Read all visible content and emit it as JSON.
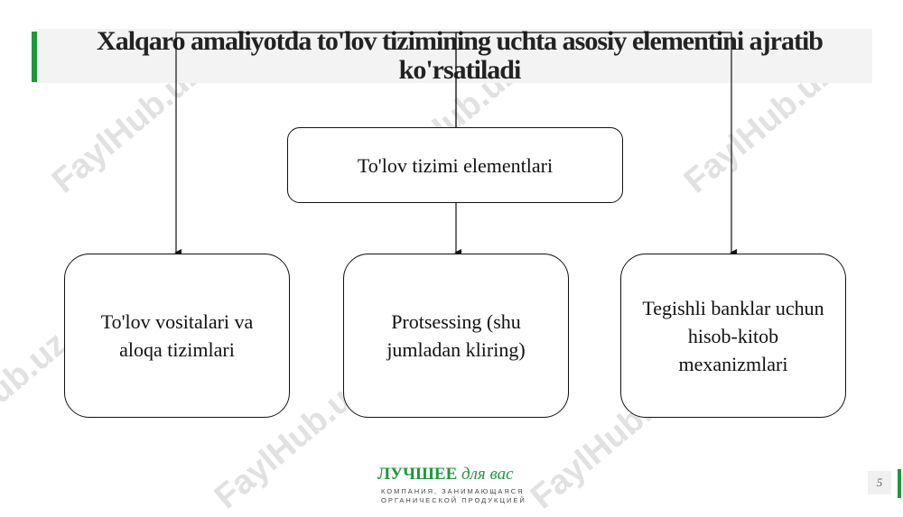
{
  "slide": {
    "title": "Xalqaro amaliyotda to'lov tizimining uchta asosiy elementini ajratib ko'rsatiladi",
    "page_number": "5"
  },
  "diagram": {
    "root": "To'lov tizimi elementlari",
    "children": [
      "To'lov vositalari va aloqa tizimlari",
      "Protsessing (shu jumladan kliring)",
      "Tegishli banklar uchun hisob-kitob mexanizmlari"
    ]
  },
  "watermark": "FaylHub.uz",
  "footer": {
    "brand_main": "ЛУЧШЕЕ",
    "brand_italic": "для вас",
    "tagline": "КОМПАНИЯ, ЗАНИМАЮЩАЯСЯ ОРГАНИЧЕСКОЙ ПРОДУКЦИЕЙ"
  },
  "colors": {
    "accent": "#1b9a3a",
    "title_band": "#f3f3f3"
  }
}
